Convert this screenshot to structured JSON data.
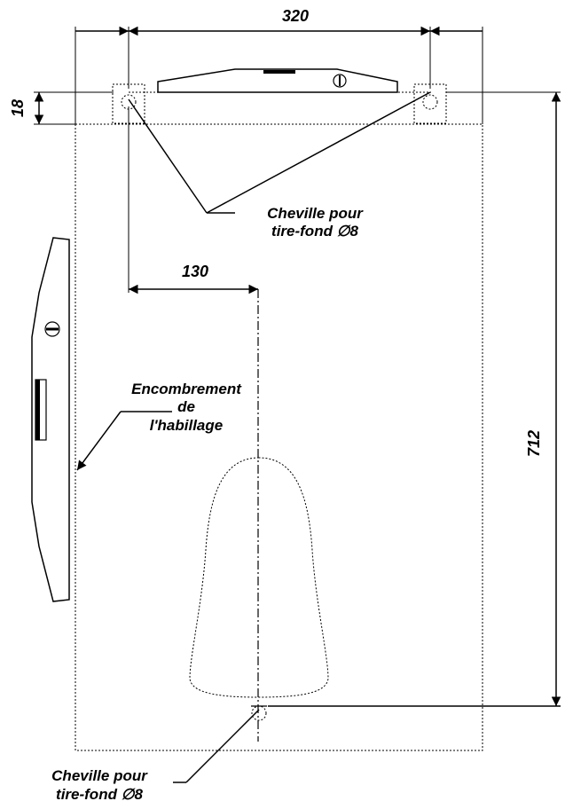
{
  "dimensions": {
    "width_between_plugs": "320",
    "plug_height": "18",
    "offset_center": "130",
    "height_total": "712"
  },
  "labels": {
    "top_plug_line1": "Cheville pour",
    "top_plug_line2": "tire-fond ∅8",
    "cover_line1": "Encombrement",
    "cover_line2": "de",
    "cover_line3": "l'habillage",
    "bottom_plug_line1": "Cheville pour",
    "bottom_plug_line2": "tire-fond ∅8"
  }
}
